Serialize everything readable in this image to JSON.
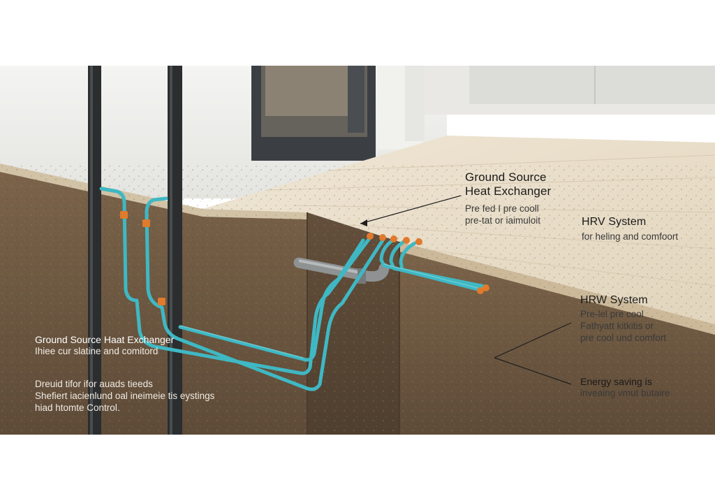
{
  "labels": {
    "gshe_top": {
      "title_line1": "Ground Source",
      "title_line2": "Heat Exchanger",
      "sub_line1": "Pre fed I pre cooll",
      "sub_line2": "pre-tat or iaimuloit"
    },
    "hrv": {
      "title": "HRV System",
      "sub": "for heling and comfoort"
    },
    "hrw": {
      "title": "HRW System",
      "line1": "Pre-lel pre cool",
      "line2": "Fathyatt kitkitis or",
      "line3": "pre cool und comfort"
    },
    "energy": {
      "title": "Energy saving is",
      "sub": "inveaing vmut butaire"
    },
    "gshe_left": {
      "title": "Ground Source Haat Exchanger",
      "sub": "Ihiee cur slatine and comitord"
    },
    "note": {
      "line1": "Dreuid tifor ifor auads tieeds",
      "line2": "Shefiert iacienlund oal ineimeie tis eystings",
      "line3": "hiad htomte Control."
    }
  },
  "colors": {
    "soil": "#6f5a44",
    "soil_dark": "#5a4836",
    "floor": "#e8ddc9",
    "wall": "#efefec",
    "pipe": "#3fb8c4",
    "pipe_dark": "#2a8e98",
    "fitting": "#e07a2c",
    "duct": "#8e9293",
    "post": "#2b2d2e"
  }
}
